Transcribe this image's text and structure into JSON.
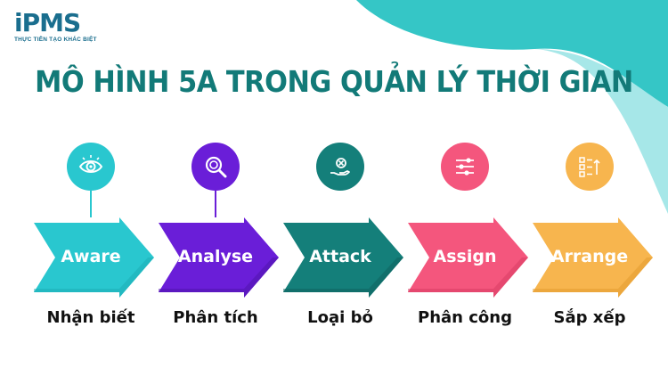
{
  "logo": {
    "mark": "iPMS",
    "tagline": "THỰC TIỄN TẠO KHÁC BIỆT"
  },
  "title": "MÔ HÌNH 5A TRONG QUẢN LÝ THỜI GIAN",
  "steps": [
    {
      "label": "Aware",
      "caption": "Nhận biết",
      "icon": "eye-icon",
      "color": "#29c7cf",
      "dark": "#1aa9b0"
    },
    {
      "label": "Analyse",
      "caption": "Phân tích",
      "icon": "magnifier-icon",
      "color": "#6a1ed8",
      "dark": "#4c12a8"
    },
    {
      "label": "Attack",
      "caption": "Loại bỏ",
      "icon": "hand-remove-icon",
      "color": "#147f7a",
      "dark": "#0d605c"
    },
    {
      "label": "Assign",
      "caption": "Phân công",
      "icon": "sliders-icon",
      "color": "#f4567d",
      "dark": "#d63a62"
    },
    {
      "label": "Arrange",
      "caption": "Sắp xếp",
      "icon": "checklist-sort-icon",
      "color": "#f7b54e",
      "dark": "#e29a2c"
    }
  ]
}
